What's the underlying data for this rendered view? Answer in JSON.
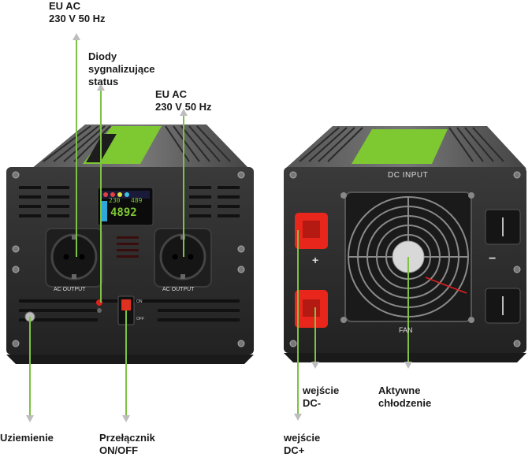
{
  "annotations": {
    "eu_ac_left": "EU AC\n230 V 50 Hz",
    "status_leds": "Diody\nsygnalizujące\nstatus",
    "eu_ac_right": "EU AC\n230 V 50 Hz",
    "grounding": "Uziemienie",
    "power_switch": "Przełącznik\nON/OFF",
    "dc_minus_input": "wejście\nDC-",
    "dc_plus_input": "wejście\nDC+",
    "active_cooling": "Aktywne\nchłodzenie"
  },
  "device_front": {
    "display_voltage_in": "230",
    "display_voltage_out": "489",
    "display_power": "4892",
    "socket_label_left": "AC OUTPUT",
    "socket_label_right": "AC OUTPUT",
    "switch_on": "ON",
    "switch_off": "OFF"
  },
  "device_back": {
    "dc_input_label": "DC INPUT",
    "plus_sign": "+",
    "minus_sign": "−",
    "fan_label": "FAN"
  },
  "colors": {
    "pointer_line": "#7dc242",
    "housing": "#2b2b2b",
    "terminal_red": "#e8261c",
    "lcd_green": "#7ec832"
  }
}
